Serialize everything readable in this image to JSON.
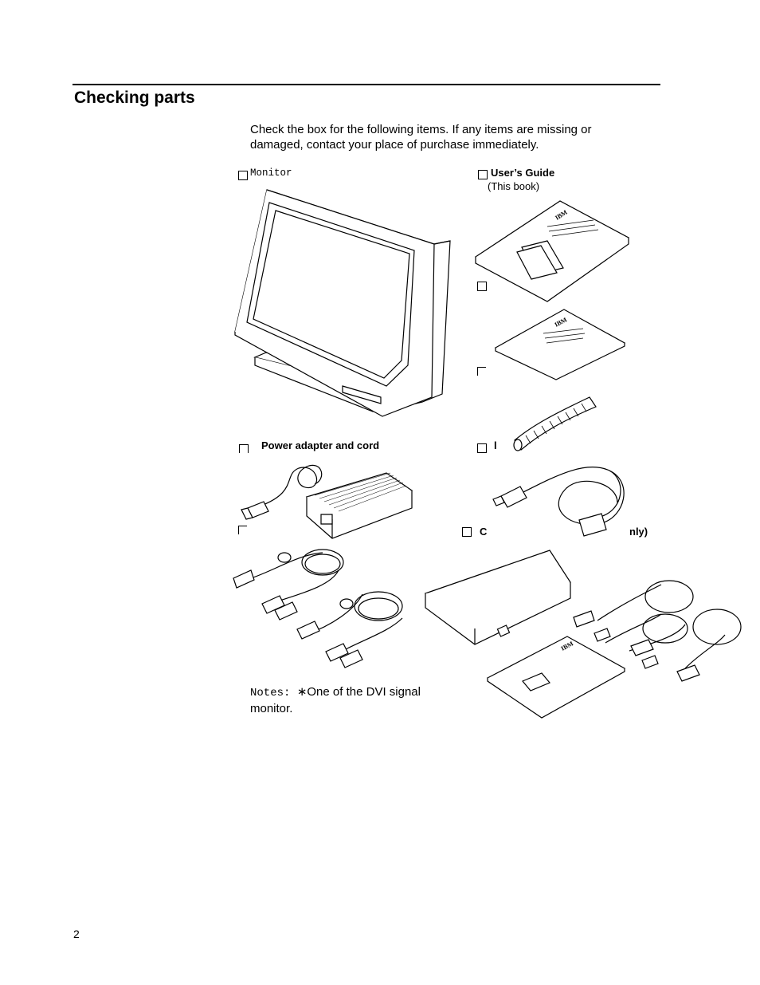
{
  "page": {
    "title": "Checking parts",
    "intro": "Check the box for the following items. If any items are missing or damaged, contact your place of purchase immediately.",
    "page_number": "2"
  },
  "items": {
    "monitor_label": "Monitor",
    "users_guide_label": "User’s Guide",
    "users_guide_sub": "(This book)",
    "power_label": "Power adapter and cord",
    "cut_label_right": "l",
    "cut_label_bottom_left": "C",
    "cut_label_bottom_right": "nly)"
  },
  "notes": {
    "prefix": "Notes: ",
    "asterisk": "∗",
    "text": "One of the DVI signal",
    "text2": "monitor."
  },
  "logo_text": "IBM"
}
